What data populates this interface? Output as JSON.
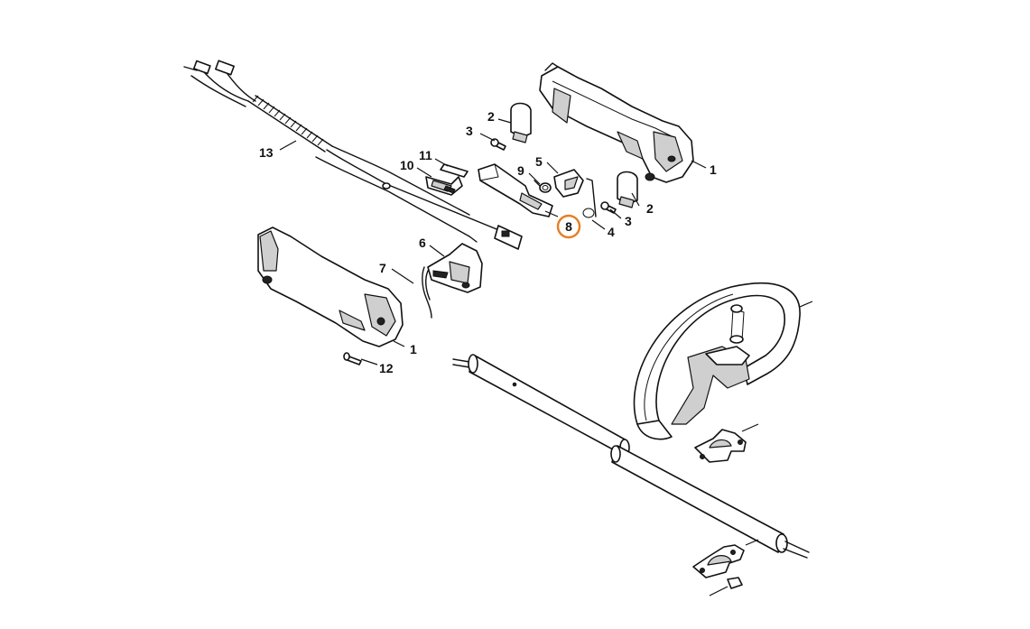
{
  "highlight_color": "#e67e22",
  "callouts": [
    {
      "id": "c13",
      "label": "13"
    },
    {
      "id": "c11",
      "label": "11"
    },
    {
      "id": "c10",
      "label": "10"
    },
    {
      "id": "c9",
      "label": "9"
    },
    {
      "id": "c8",
      "label": "8",
      "highlighted": true
    },
    {
      "id": "c5",
      "label": "5"
    },
    {
      "id": "c4",
      "label": "4"
    },
    {
      "id": "c3a",
      "label": "3"
    },
    {
      "id": "c3b",
      "label": "3"
    },
    {
      "id": "c2a",
      "label": "2"
    },
    {
      "id": "c2b",
      "label": "2"
    },
    {
      "id": "c1a",
      "label": "1"
    },
    {
      "id": "c1b",
      "label": "1"
    },
    {
      "id": "c6",
      "label": "6"
    },
    {
      "id": "c7",
      "label": "7"
    },
    {
      "id": "c12",
      "label": "12"
    }
  ]
}
